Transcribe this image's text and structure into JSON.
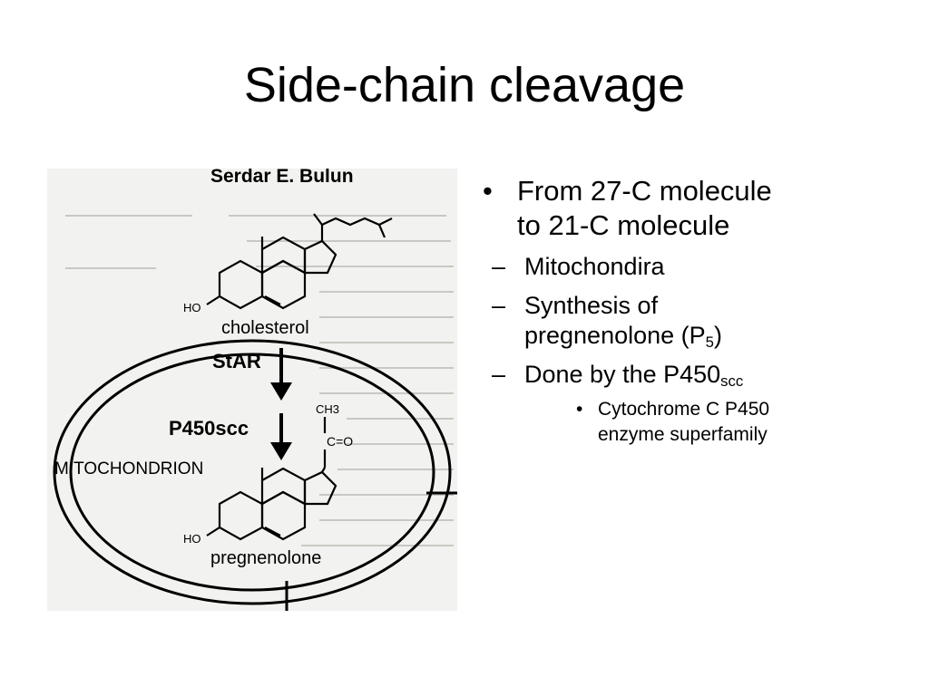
{
  "slide": {
    "title": "Side-chain cleavage"
  },
  "figure": {
    "header_text": "Serdar E. Bulun",
    "cholesterol_label": "cholesterol",
    "star_label": "StAR",
    "p450scc_label": "P450scc",
    "mitochondrion_label": "MITOCHONDRION",
    "pregnenolone_label": "pregnenolone",
    "ho_label": "HO",
    "ch3_label": "CH3",
    "ketone_label": "C=O"
  },
  "bullets": {
    "main": {
      "line1": "From 27-C molecule",
      "line2": "to 21-C molecule"
    },
    "sub1": "Mitochondira",
    "sub2_line1": "Synthesis of",
    "sub2_line2_pre": "pregnenolone (P",
    "sub2_line2_sub": "5",
    "sub2_line2_post": ")",
    "sub3_pre": "Done by the P450",
    "sub3_sub": "scc",
    "subsub_line1": "Cytochrome C P450",
    "subsub_line2": "enzyme superfamily"
  }
}
